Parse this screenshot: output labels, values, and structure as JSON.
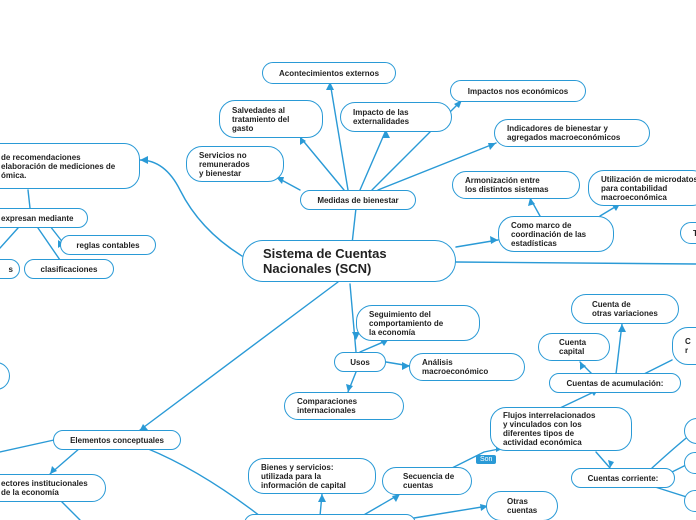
{
  "colors": {
    "line": "#2a9ad6",
    "node_border": "#2a9ad6",
    "tag_bg": "#2a9ad6"
  },
  "center": {
    "label": "Sistema de Cuentas\nNacionales (SCN)"
  },
  "nodes": {
    "acontecimientos": "Acontecimientos externos",
    "impactos_no_econ": "Impactos nos económicos",
    "salvedades": "Salvedades al\ntratamiento del\ngasto",
    "impacto_ext": "Impacto de las\nexternalidades",
    "indicadores": "Indicadores de bienestar y\nagregados macroeconómicos",
    "servicios": "Servicios no\nremunerados\ny bienestar",
    "medidas": "Medidas de bienestar",
    "armonizacion": "Armonización entre\nlos distintos sistemas",
    "microdatos": "Utilización de microdatos\npara contabilidad\nmacroeconómica",
    "marco": "Como marco de\ncoordinación de las\nestadísticas",
    "recomendaciones": "de recomendaciones\nelaboración de mediciones de\nómica.",
    "expresan": "expresan mediante",
    "reglas": "reglas contables",
    "clasificaciones": "clasificaciones",
    "s_left": "s",
    "seguimiento": "Seguimiento del\ncomportamiento de\nla economía",
    "usos": "Usos",
    "analisis": "Análisis\nmacroeconómico",
    "comparaciones": "Comparaciones\ninternacionales",
    "otras_variaciones": "Cuenta de\notras variaciones",
    "capital": "Cuenta\ncapital",
    "c_right": "C\nr",
    "acumulacion": "Cuentas de acumulación:",
    "flujos": "Flujos interrelacionados\ny vinculados con los\ndiferentes tipos de\nactividad económica",
    "elementos": "Elementos conceptuales",
    "bienes": "Bienes y servicios:\nutilizada para la\ninformación de capital",
    "secuencia": "Secuencia de\ncuentas",
    "otras_cuentas": "Otras\ncuentas",
    "corriente": "Cuentas corriente:",
    "sectores": "ectores institucionales\nde la economía",
    "t_right": "T"
  },
  "tags": {
    "son": "Son"
  }
}
